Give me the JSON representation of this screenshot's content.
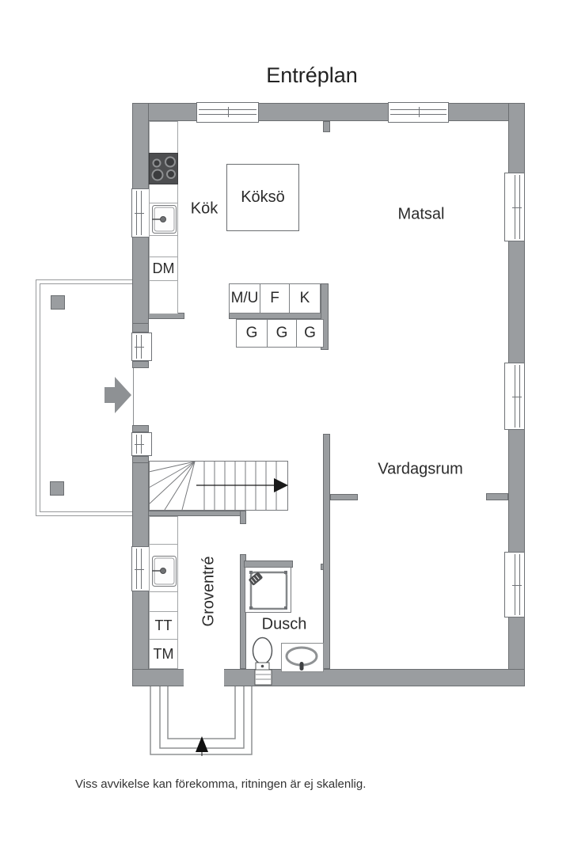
{
  "title": "Entréplan",
  "labels": {
    "kok": "Kök",
    "kokso": "Köksö",
    "matsal": "Matsal",
    "vardagsrum": "Vardagsrum",
    "groventre": "Groventré",
    "dusch": "Dusch",
    "dm": "DM",
    "tt": "TT",
    "tm": "TM",
    "mu": "M/U",
    "f": "F",
    "k": "K",
    "g": "G"
  },
  "footer": {
    "disclaimer": "Viss avvikelse kan förekomma, ritningen är ej skalenlig."
  },
  "colors": {
    "bg": "#ffffff",
    "wall": "#9a9da0",
    "wall-outline": "#6b6e71",
    "line": "#77797c",
    "text": "#2b2b2b",
    "dark": "#4d4e50",
    "arrow": "#8e9194"
  }
}
